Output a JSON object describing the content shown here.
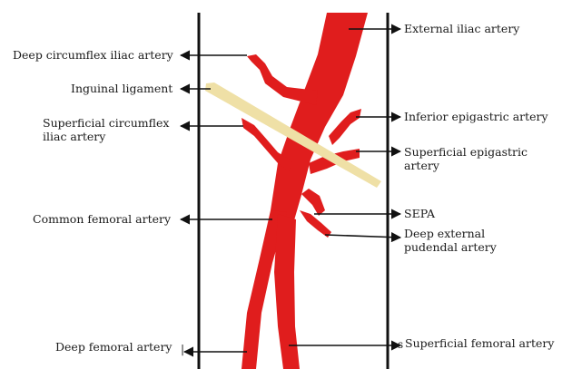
{
  "colors": {
    "artery": "#e01d1d",
    "ligament": "#efe0a6",
    "frame": "#111111",
    "arrow": "#111111",
    "text": "#1a1a1a"
  },
  "labels": {
    "external_iliac": "External iliac artery",
    "deep_circumflex_iliac": "Deep circumflex iliac artery",
    "inguinal_ligament": "Inguinal ligament",
    "inferior_epigastric": "Inferior epigastric artery",
    "superficial_circumflex_line1": "Superficial circumflex",
    "superficial_circumflex_line2": "iliac artery",
    "superficial_epigastric_line1": "Superficial epigastric",
    "superficial_epigastric_line2": "artery",
    "common_femoral": "Common femoral artery",
    "sepa": "SEPA",
    "deep_external_pudendal_line1": "Deep external",
    "deep_external_pudendal_line2": "pudendal artery",
    "deep_femoral": "Deep femoral artery",
    "deep_femoral_tail": "|",
    "superficial_femoral": "Superficial femoral artery",
    "superficial_femoral_prefix": "s"
  }
}
